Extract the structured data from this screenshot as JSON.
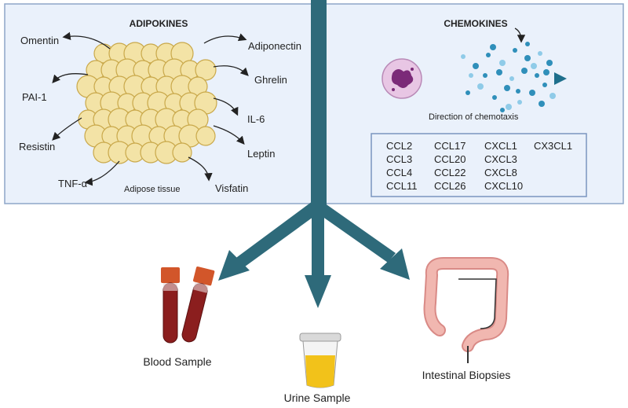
{
  "adipokines": {
    "title": "ADIPOKINES",
    "tissue_label": "Adipose tissue",
    "items": [
      "Omentin",
      "PAI-1",
      "Resistin",
      "TNF-α",
      "Adiponectin",
      "Ghrelin",
      "IL-6",
      "Leptin",
      "Visfatin"
    ]
  },
  "chemokines": {
    "title": "CHEMOKINES",
    "direction_label": "Direction of chemotaxis",
    "table": [
      [
        "CCL2",
        "CCL17",
        "CXCL1",
        "CX3CL1"
      ],
      [
        "CCL3",
        "CCL20",
        "CXCL3",
        ""
      ],
      [
        "CCL4",
        "CCL22",
        "CXCL8",
        ""
      ],
      [
        "CCL11",
        "CCL26",
        "CXCL10",
        ""
      ]
    ]
  },
  "samples": {
    "blood": "Blood Sample",
    "urine": "Urine Sample",
    "biopsy": "Intestinal Biopsies"
  },
  "colors": {
    "panel_bg": "#eaf1fb",
    "panel_border": "#8ea6c8",
    "trunk": "#2e6a7a",
    "fat": "#f3e3a6",
    "blood": "#8b1e1e",
    "cap": "#d2562a",
    "urine": "#f2c21a",
    "colon": "#f1b7b0"
  }
}
